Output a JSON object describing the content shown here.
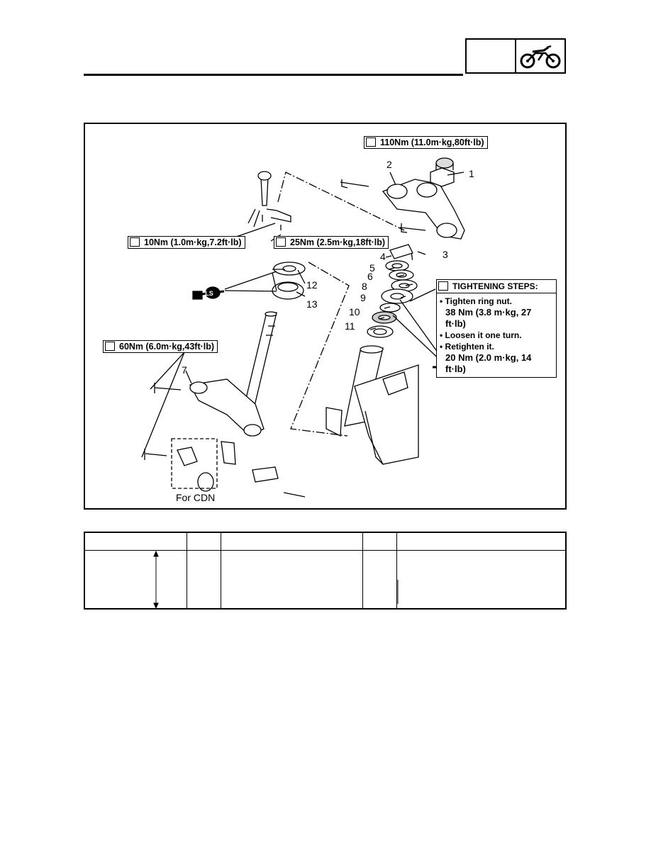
{
  "header": {
    "section_box": "",
    "icon": "motorcycle-icon"
  },
  "figure": {
    "torque_specs": [
      {
        "id": "t1",
        "label": "110Nm (11.0m·kg,80ft·lb)"
      },
      {
        "id": "t2",
        "label": "10Nm (1.0m·kg,7.2ft·lb)"
      },
      {
        "id": "t3",
        "label": "25Nm (2.5m·kg,18ft·lb)"
      },
      {
        "id": "t4",
        "label": "60Nm (6.0m·kg,43ft·lb)"
      }
    ],
    "callouts": [
      "1",
      "2",
      "3",
      "4",
      "5",
      "6",
      "7",
      "8",
      "9",
      "10",
      "11",
      "12",
      "13"
    ],
    "lubricant_label": "LS",
    "tightening": {
      "title": "TIGHTENING STEPS:",
      "step1": "• Tighten ring nut.",
      "value1": "38 Nm (3.8 m·kg, 27 ft·lb)",
      "step2": "• Loosen it one turn.",
      "step3": "• Retighten it.",
      "value2": "20 Nm (2.0 m·kg, 14 ft·lb)"
    },
    "region_note": "For CDN"
  },
  "parts_table": {
    "headers": [
      "",
      "",
      "",
      "",
      ""
    ]
  }
}
